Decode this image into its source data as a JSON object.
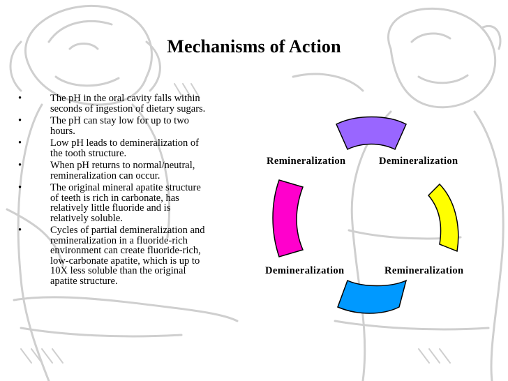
{
  "title": "Mechanisms of Action",
  "bullets": [
    "The pH in the oral cavity falls within seconds of ingestion of dietary sugars.",
    "The pH can stay low for up to two hours.",
    "Low pH leads to demineralization of the tooth structure.",
    "When pH returns to normal/neutral, remineralization can occur.",
    "The original mineral apatite structure of teeth is rich in carbonate, has relatively little fluoride and is relatively soluble.",
    "Cycles of partial demineralization and remineralization in a fluoride-rich environment can create fluoride-rich, low-carbonate apatite, which is up to 10X less soluble than the original apatite structure."
  ],
  "bullet_lines": [
    [
      "The pH in the oral cavity falls within",
      "seconds of ingestion of dietary sugars."
    ],
    [
      "The pH can stay low for up to two",
      "hours."
    ],
    [
      "Low pH leads to demineralization of",
      "the tooth structure."
    ],
    [
      "When pH returns to normal/neutral,",
      "remineralization can occur."
    ],
    [
      "The original mineral apatite structure",
      "of teeth is rich in carbonate, has",
      "relatively little fluoride and is",
      "relatively soluble."
    ],
    [
      "Cycles of partial demineralization and",
      "remineralization in a fluoride-rich",
      "environment can create fluoride-rich,",
      "low-carbonate apatite, which is up to",
      "10X less soluble than the original",
      "apatite structure."
    ]
  ],
  "bullet_marker": "•",
  "cycle": {
    "labels": {
      "top_left": "Remineralization",
      "top_right": "Demineralization",
      "bottom_left": "Demineralization",
      "bottom_right": "Remineralization"
    },
    "segment_colors": {
      "top": "#9966ff",
      "right": "#ffff00",
      "bottom": "#0099ff",
      "left": "#ff00cc"
    }
  },
  "colors": {
    "text": "#000000",
    "background_art": "#c8c8c8"
  }
}
